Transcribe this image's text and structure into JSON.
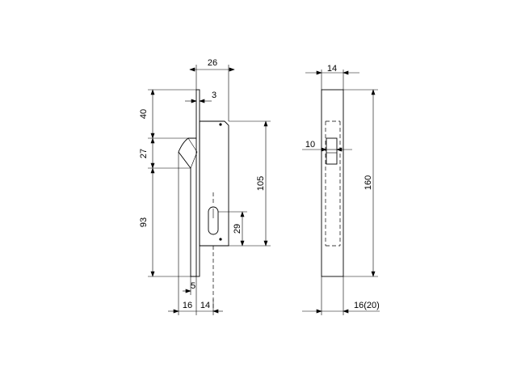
{
  "colors": {
    "part_fill": "#cfe4f4",
    "line": "#000000",
    "background": "#ffffff"
  },
  "side_view": {
    "dimensions": {
      "top_width": "26",
      "flange_offset": "3",
      "upper_height": "40",
      "handle_height": "27",
      "lower_height": "93",
      "plate_height": "105",
      "cylinder_height": "29",
      "base_width": "5",
      "bottom_left_width": "16",
      "bottom_right_width": "14"
    }
  },
  "front_view": {
    "dimensions": {
      "top_width": "14",
      "slot_height": "10",
      "overall_height": "160",
      "bottom_width": "16(20)"
    }
  }
}
